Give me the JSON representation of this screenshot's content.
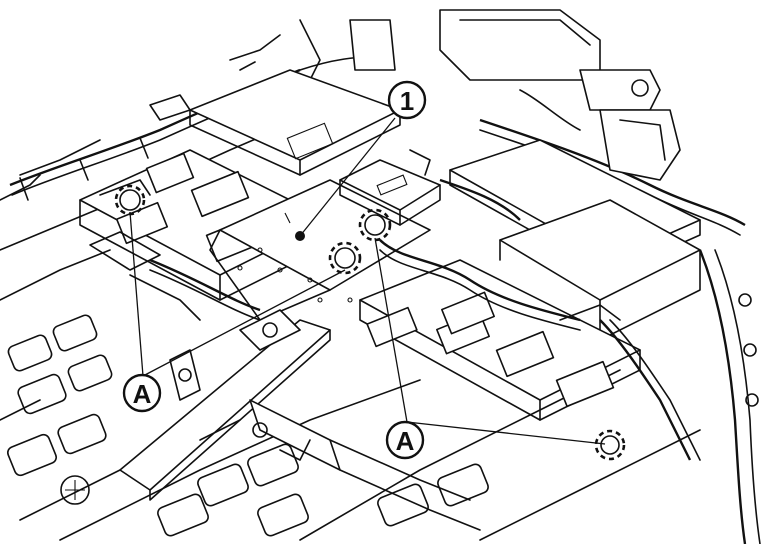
{
  "diagram": {
    "callouts": {
      "item_1": "1",
      "item_a_left": "A",
      "item_a_right": "A"
    }
  }
}
